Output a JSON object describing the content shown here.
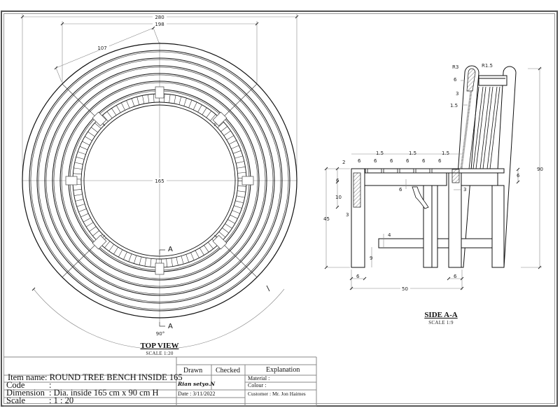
{
  "sheet": {
    "type": "technical drawing",
    "colors": {
      "line": "#111111",
      "dim_line": "#888888",
      "frame": "#555555",
      "hatch": "#666666",
      "background": "#ffffff"
    }
  },
  "top_view": {
    "title": "TOP VIEW",
    "scale": "SCALE  1:20",
    "dimensions": {
      "overall_width": "280",
      "inner_width": "198",
      "seat_depth": "107",
      "inner_diameter": "165",
      "section_angle": "90°"
    },
    "section_marker_top": "A",
    "section_marker_bottom": "A"
  },
  "side_view": {
    "title": "SIDE A-A",
    "scale": "SCALE  1:9",
    "dimensions": {
      "back_radius_outer": "R3",
      "back_radius_inner": "R1.5",
      "back_top_6": "6",
      "back_3": "3",
      "back_slat_1_5": "1.5",
      "slat_gap_1": "1.5",
      "slat_gap_2": "1.5",
      "slat_gap_3": "1.5",
      "slat_widths": [
        "6",
        "6",
        "6",
        "6",
        "6",
        "6"
      ],
      "seat_thickness": "2",
      "apron_6": "6",
      "apron_10": "10",
      "left_3": "3",
      "seat_height": "45",
      "rail_6": "6",
      "post_3": "3",
      "right_rail_6": "6",
      "overall_height": "90",
      "stretcher_4": "4",
      "stretcher_height_9": "9",
      "leg_width_front": "6",
      "leg_width_back": "6",
      "seat_depth": "50"
    }
  },
  "title_block": {
    "item_name_label": "Item name",
    "item_name_value": ":   ROUND TREE BENCH INSIDE 165",
    "code_label": "Code",
    "code_value": ":",
    "dimension_label": "Dimension",
    "dimension_value": ": Dia. inside 165 cm x 90 cm H",
    "scale_label": "Scale",
    "scale_value": ": 1 : 20",
    "drawn_header": "Drawn",
    "checked_header": "Checked",
    "explanation_header": "Explanation",
    "drawn_by": "Rian setyo.N",
    "date": "Date : 3/11/2022",
    "material": "Material :",
    "colour": "Colour   :",
    "customer": "Customer : Mr. Jon Haimes"
  }
}
